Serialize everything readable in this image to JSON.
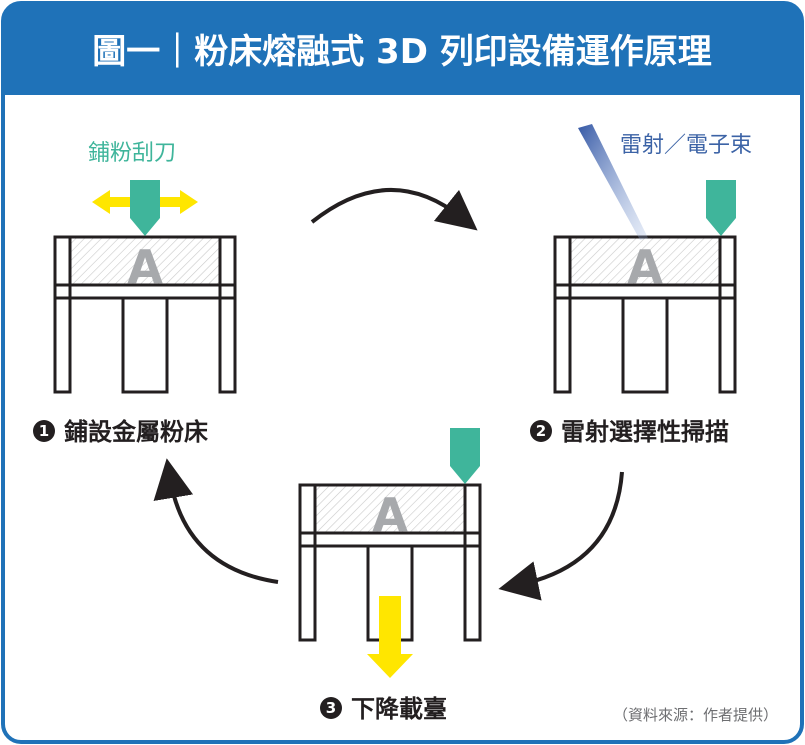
{
  "title": "圖一｜粉床熔融式 3D 列印設備運作原理",
  "colors": {
    "header": "#1f72b8",
    "teal": "#3fb59b",
    "yellow": "#ffe600",
    "blue": "#3c63a6",
    "frame": "#231f20",
    "letter": "#a7a9ac"
  },
  "panels": [
    {
      "id": "recoat",
      "step": "1",
      "label": "鋪設金屬粉床",
      "annotation": "鋪粉刮刀",
      "letter": "A"
    },
    {
      "id": "scan",
      "step": "2",
      "label": "雷射選擇性掃描",
      "annotation": "雷射／電子束",
      "letter": "A"
    },
    {
      "id": "lower",
      "step": "3",
      "label": "下降載臺",
      "annotation": "",
      "letter": "A"
    }
  ],
  "source": "（資料來源：作者提供）"
}
